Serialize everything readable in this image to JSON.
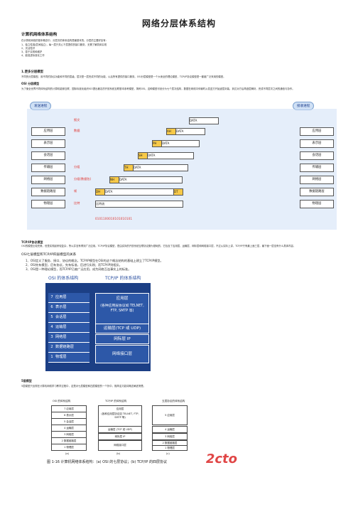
{
  "title": "网络分层体系结构",
  "section1": {
    "heading": "计算机网络体系结构",
    "intro": "在计算机网络的基本概念中，分层次的体系结构是最基本的。分层的主要好处有：",
    "items": [
      "1、独立性强(层间独立)，每一层只关心下层提供的接口服务，无需了解具体实现",
      "2、灵活性好",
      "3、易于实现和维护",
      "4、能促进标准化工作"
    ]
  },
  "section2": {
    "heading": "1.更多分层模型",
    "text": "不同的分层模型，用不同的协议功能和不同的层级。层次是一层完成不同的功能，以后所有提供的接口服务。OSI分层模型是一个大而全的理论模型，TCP/IP协议模型是一套被广泛采用的模型。",
    "sub_heading": "OSI 分层模型",
    "sub_text": "为了使全世界不同体系结构的计算机能够互联，国际标准化组织ISO提出著名的开放系统互联基本参考模型，简称OSI。这种模型可划分为七个层次结构，数据在网络中传输时从发送方开始逐层封装，到达对方后再逐层解封，完成不同层次之间的通信与协作。"
  },
  "fig1": {
    "send_label": "发送进程",
    "recv_label": "接收进程",
    "left_layers": [
      "应用层",
      "表示层",
      "会话层",
      "传输层",
      "网络层",
      "数据链路层",
      "物理层"
    ],
    "right_layers": [
      "应用层",
      "表示层",
      "会话层",
      "传输层",
      "网络层",
      "数据链路层",
      "物理层"
    ],
    "data": "DATA",
    "headers": [
      "AH",
      "PH",
      "SH",
      "TH",
      "NH",
      "DH",
      "DT"
    ],
    "tags": [
      "报文",
      "数据",
      "分组",
      "分组(数据包)",
      "帧",
      "比特",
      "比特流"
    ],
    "bits": "0101100010101010101",
    "bit_label": "比特流"
  },
  "section3": {
    "heading": "TCP/IP协议模型",
    "text": "OSI的模型比较完美，但是实现起来较复杂，所以并没有得到广泛应用。TCP/IP协议模型，是由实际的开放系统互联协议簇为基础的，它包含了应用层、运输层、网际层和网络接口层，不过从实际上讲，TCP/IP只有最上面三层，最下面一层没有什么具体内容。",
    "compare_title": "OSI七层模型和TCP/IP四层模型的关系",
    "compare_items": [
      "1、OSI定义了服务、接口、协议的概念，TCP/IP模型在OSI的这个概念结构的基础上建立了TCP/IP模型。",
      "2、OSI先有模型，后有协议，先有标准，后进行实践；而TCP/IP则相反。",
      "3、OSI是一种理论模型，而TCP/IP已被广泛应用，成为网络互连事实上的标准。"
    ]
  },
  "fig2": {
    "osi_title": "OSI 的体系结构",
    "tcp_title": "TCP/IP 的体系结构",
    "osi_layers": [
      {
        "n": "7",
        "name": "应用层"
      },
      {
        "n": "6",
        "name": "表示层"
      },
      {
        "n": "5",
        "name": "会话层"
      },
      {
        "n": "4",
        "name": "运输层"
      },
      {
        "n": "3",
        "name": "网络层"
      },
      {
        "n": "2",
        "name": "数据链路层"
      },
      {
        "n": "1",
        "name": "物理层"
      }
    ],
    "tcp_app": "应用层",
    "tcp_app_detail": "(各种应用层协议如 TELNET, FTP, SMTP 等)",
    "tcp_transport": "运输层(TCP 或 UDP)",
    "tcp_ip": "网际层 IP",
    "tcp_link": "网络接口层"
  },
  "section4": {
    "heading": "5层模型",
    "text": "5层模型只出现在计算机网络学习教学过程中，这是对七层模型和四层模型的一个折中，既简洁又能将概念阐述清楚。"
  },
  "fig3": {
    "col1": "OSI 的体系结构",
    "col2": "TCP/IP 的体系结构",
    "col3": "五层协议的体系结构",
    "osi": [
      "7 应用层",
      "6 表示层",
      "5 会话层",
      "4 运输层",
      "3 网络层",
      "2 数据链路层",
      "1 物理层"
    ],
    "tcp": [
      "应用层",
      "(各种应用层协议如 TELNET, FTP, SMTP 等)",
      "运输层 (TCP 或 UDP)",
      "网际层 IP",
      "网络接口层"
    ],
    "five": [
      "5 应用层",
      "4 运输层",
      "3 网络层",
      "2 数据链路层",
      "1 物理层"
    ],
    "sub_a": "(a)",
    "sub_b": "(b)",
    "sub_c": "(c)",
    "caption": "图 1-16   计算机网络体系结构：(a) OSI 的七层协议；(b) TCP/IP 的四层协议",
    "watermark": "2cto"
  }
}
